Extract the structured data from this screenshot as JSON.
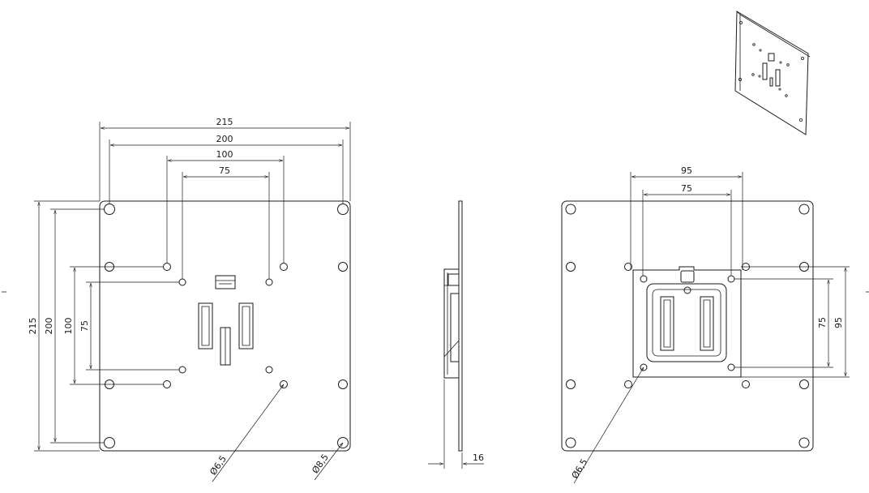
{
  "front_view": {
    "dim_215": "215",
    "dim_200": "200",
    "dim_100": "100",
    "dim_75": "75",
    "vdim_215": "215",
    "vdim_200": "200",
    "vdim_100": "100",
    "vdim_75": "75",
    "hole_small": "Ø6,5",
    "hole_large": "Ø8,5"
  },
  "side_view": {
    "thickness": "16"
  },
  "back_view": {
    "dim_95": "95",
    "dim_75": "75",
    "vdim_75": "75",
    "vdim_95": "95",
    "hole_small": "Ø6,5"
  },
  "colors": {
    "line": "#1a1a1a",
    "background": "#ffffff"
  }
}
